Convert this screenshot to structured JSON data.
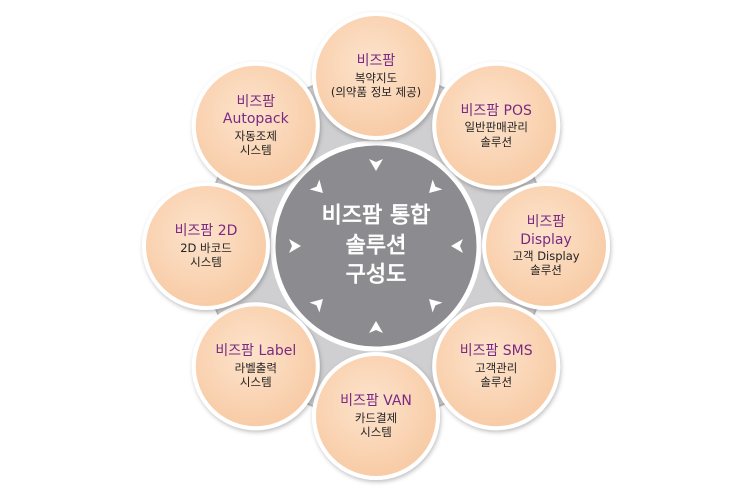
{
  "center": {
    "lines": [
      "비즈팜 통합",
      "솔루션",
      "구성도"
    ]
  },
  "nodes": [
    {
      "id": "map",
      "title": "비즈팜",
      "desc": [
        "복약지도",
        "(의약품 정보 제공)"
      ]
    },
    {
      "id": "pos",
      "title": "비즈팜 POS",
      "desc": [
        "일반판매관리",
        "솔루션"
      ]
    },
    {
      "id": "display",
      "title": "비즈팜",
      "title2": "Display",
      "desc": [
        "고객 Display",
        "솔루션"
      ]
    },
    {
      "id": "sms",
      "title": "비즈팜 SMS",
      "desc": [
        "고객관리",
        "솔루션"
      ]
    },
    {
      "id": "van",
      "title": "비즈팜 VAN",
      "desc": [
        "카드결제",
        "시스템"
      ]
    },
    {
      "id": "label",
      "title": "비즈팜 Label",
      "desc": [
        "라벨출력",
        "시스템"
      ]
    },
    {
      "id": "2d",
      "title": "비즈팜 2D",
      "desc": [
        "2D 바코드",
        "시스템"
      ]
    },
    {
      "id": "autopack",
      "title": "비즈팜",
      "title2": "Autopack",
      "desc": [
        "자동조제",
        "시스템"
      ]
    }
  ],
  "colors": {
    "ring": "#cfcfd1",
    "ring_border": "#b9b9bc",
    "hub": "#8c8c90",
    "hub_border": "#ffffff",
    "node_fill_center": "#fde3cc",
    "node_fill_edge": "#f7c9a2",
    "node_border": "#ffffff",
    "arrow": "#ffffff"
  }
}
